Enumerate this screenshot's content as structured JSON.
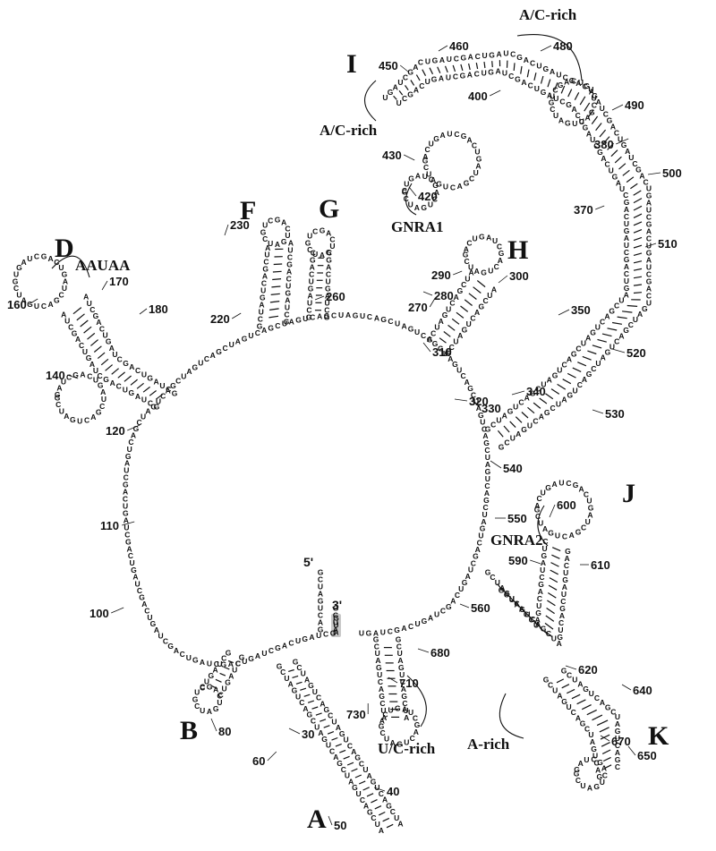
{
  "figure": {
    "domains": [
      "A",
      "B",
      "D",
      "F",
      "G",
      "H",
      "I",
      "J",
      "K"
    ],
    "region_labels": {
      "aauaa": "AAUAA",
      "ac_rich_top": "A/C-rich",
      "ac_rich_left": "A/C-rich",
      "gnra1": "GNRA1",
      "gnra2": "GNRA2",
      "uc_rich": "U/C-rich",
      "a_rich": "A-rich"
    },
    "ends": {
      "five_prime": "5'",
      "three_prime": "3'"
    },
    "position_numbers": [
      "30",
      "40",
      "50",
      "60",
      "80",
      "100",
      "110",
      "120",
      "140",
      "160",
      "170",
      "180",
      "220",
      "230",
      "260",
      "270",
      "280",
      "290",
      "300",
      "310",
      "320",
      "330",
      "340",
      "350",
      "370",
      "380",
      "400",
      "420",
      "430",
      "450",
      "460",
      "480",
      "490",
      "500",
      "510",
      "520",
      "530",
      "540",
      "550",
      "560",
      "590",
      "600",
      "610",
      "620",
      "640",
      "650",
      "670",
      "680",
      "710",
      "730"
    ],
    "highlighted_nucleotides": "GUA"
  }
}
